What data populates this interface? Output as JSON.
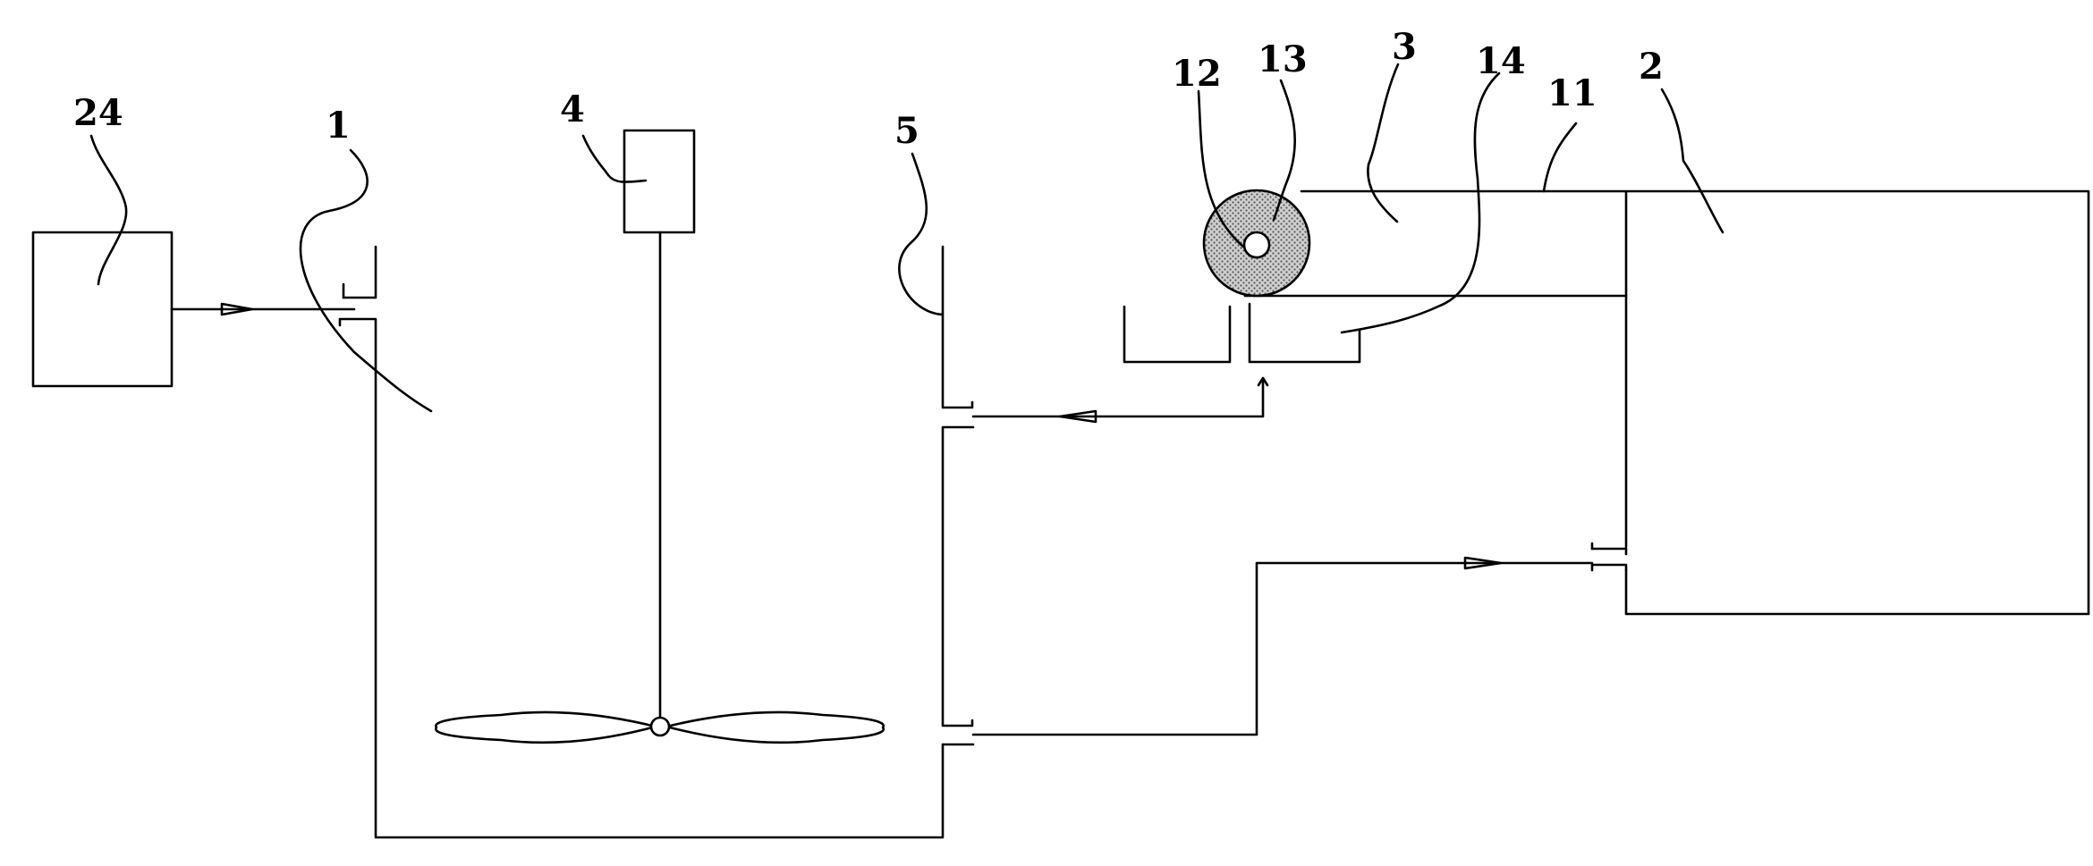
{
  "labels": {
    "batch_tank": "1",
    "dryer": "2",
    "duct": "3",
    "stirrer_motor": "4",
    "outer_tank": "5",
    "passage": "11",
    "roller_core": "12",
    "roller": "13",
    "receiving_tray": "14",
    "supply_unit": "24"
  }
}
